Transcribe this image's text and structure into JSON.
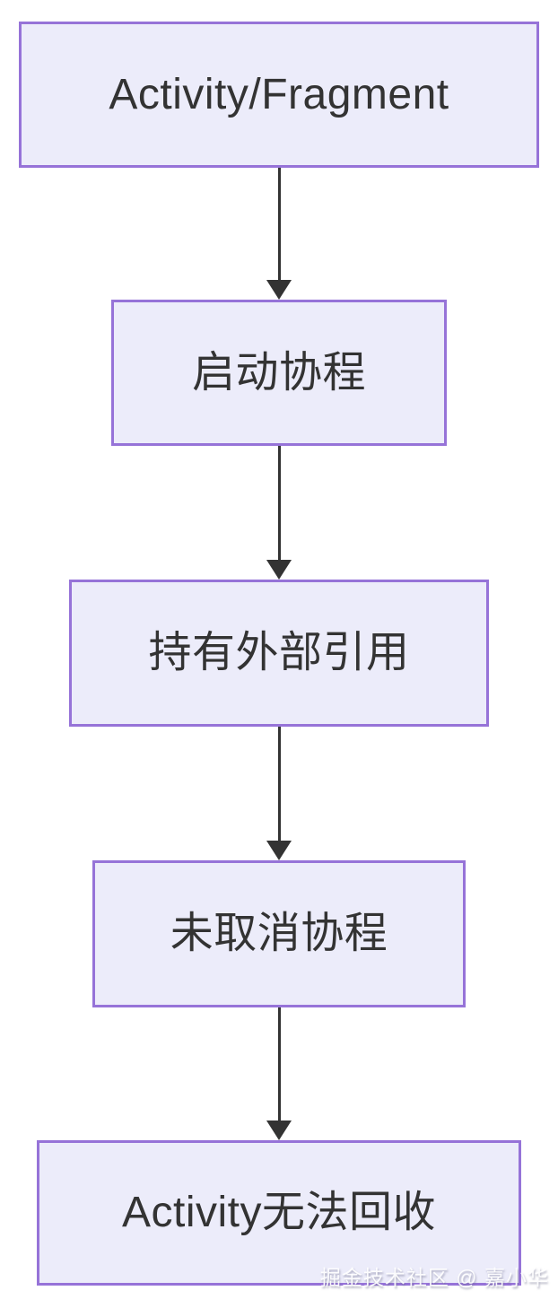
{
  "page": {
    "background": "#ffffff"
  },
  "diagram": {
    "type": "flowchart",
    "direction": "top-down",
    "nodes": [
      {
        "id": "activity-fragment",
        "label": "Activity/Fragment"
      },
      {
        "id": "start-coroutine",
        "label": "启动协程"
      },
      {
        "id": "hold-external-reference",
        "label": "持有外部引用"
      },
      {
        "id": "coroutine-not-cancelled",
        "label": "未取消协程"
      },
      {
        "id": "activity-not-recycled",
        "label": "Activity无法回收"
      }
    ],
    "edges": [
      {
        "from": "activity-fragment",
        "to": "start-coroutine"
      },
      {
        "from": "start-coroutine",
        "to": "hold-external-reference"
      },
      {
        "from": "hold-external-reference",
        "to": "coroutine-not-cancelled"
      },
      {
        "from": "coroutine-not-cancelled",
        "to": "activity-not-recycled"
      }
    ],
    "colors": {
      "node_fill": "#ECECFA",
      "node_border": "#9673D8",
      "node_text": "#333333",
      "arrow": "#333333"
    }
  },
  "watermark": {
    "text": "掘金技术社区 @ 嘉小华"
  }
}
